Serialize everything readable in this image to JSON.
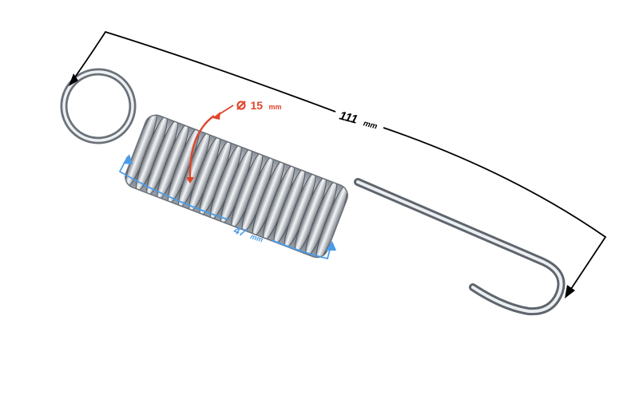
{
  "colors": {
    "length_arrow": "#000000",
    "coil_arrow": "#4a9be8",
    "diameter_marker": "#e0452a",
    "metal_light": "#f2f4f6",
    "metal_dark": "#5d636b"
  },
  "dimensions": {
    "total_length": {
      "value": "111",
      "unit": "mm"
    },
    "coil_length": {
      "value": "47",
      "unit": "mm"
    },
    "coil_diameter": {
      "symbol": "⌀",
      "value": "15",
      "unit": "mm"
    }
  }
}
